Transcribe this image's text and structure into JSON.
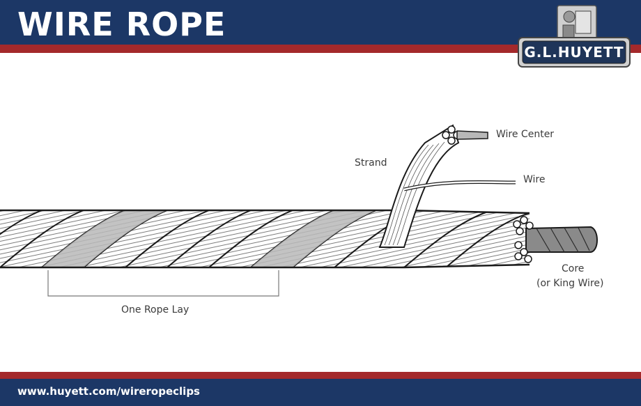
{
  "header": {
    "title": "WIRE ROPE"
  },
  "logo": {
    "text": "G.L.HUYETT"
  },
  "labels": {
    "wire_center": "Wire Center",
    "strand": "Strand",
    "wire": "Wire",
    "core_line1": "Core",
    "core_line2": "(or King Wire)",
    "one_rope_lay": "One Rope Lay"
  },
  "footer": {
    "url": "www.huyett.com/wireropeclips"
  },
  "colors": {
    "navy": "#1c3766",
    "red": "#a4292b",
    "rope_fill": "#ffffff",
    "rope_shade": "#b8b8b8",
    "core": "#8a8a8a"
  }
}
